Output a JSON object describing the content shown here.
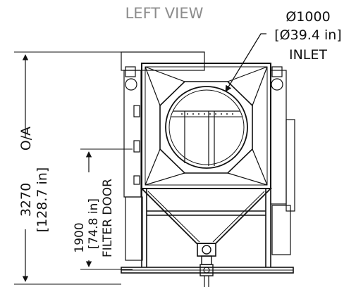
{
  "view_title": "LEFT VIEW",
  "inlet": {
    "diameter_mm": "Ø1000",
    "diameter_in": "[Ø39.4 in]",
    "label": "INLET"
  },
  "overall_height": {
    "label": "O/A",
    "value_mm": "3270",
    "value_in": "[128.7 in]"
  },
  "filter_door": {
    "value_mm": "1900",
    "value_in": "[74.8 in]",
    "label": "FILTER DOOR"
  }
}
